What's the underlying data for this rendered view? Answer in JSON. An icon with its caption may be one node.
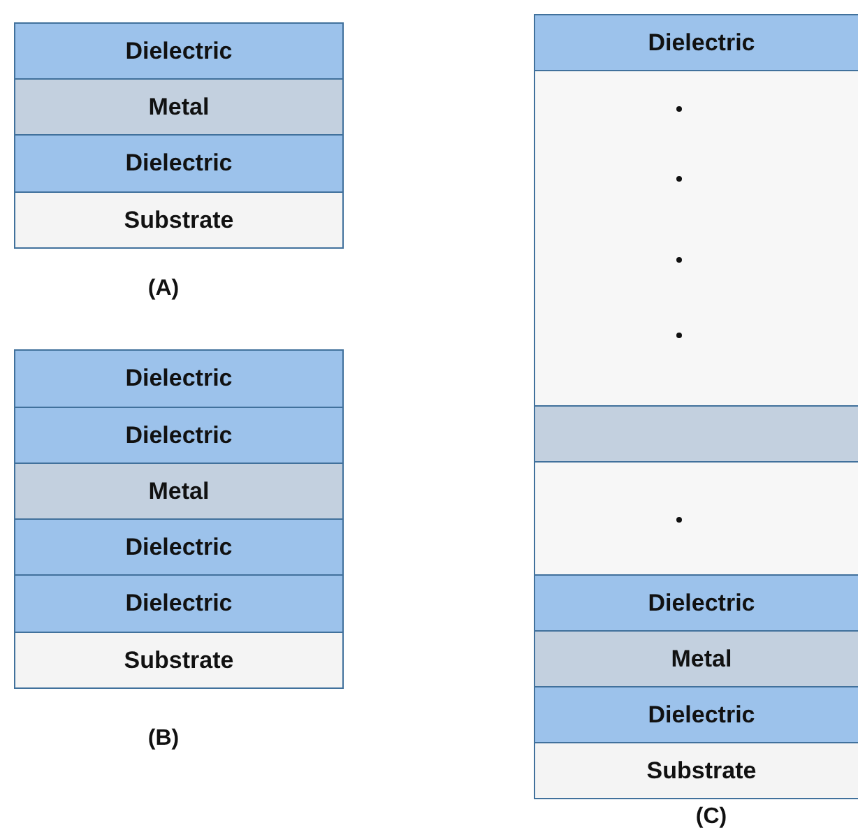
{
  "diagram": {
    "nodes": [
      {
        "text": [
          "Dielectric"
        ]
      },
      {
        "text": [
          "Metal"
        ]
      },
      {
        "text": [
          "Dielectric"
        ]
      },
      {
        "text": [
          "Substrate"
        ]
      },
      {
        "text": [
          "Dielectric"
        ]
      },
      {
        "text": [
          "Dielectric"
        ]
      },
      {
        "text": [
          "Metal"
        ]
      },
      {
        "text": [
          "Dielectric"
        ]
      },
      {
        "text": [
          "Dielectric"
        ]
      },
      {
        "text": [
          "Substrate"
        ]
      },
      {
        "text": [
          "Dielectric"
        ]
      },
      {
        "text": [],
        "shape": "box"
      },
      {
        "text": [],
        "shape": "box"
      },
      {
        "text": [],
        "shape": "box"
      },
      {
        "text": [
          "Dielectric"
        ]
      },
      {
        "text": [
          "Metal"
        ]
      },
      {
        "text": [
          "Dielectric"
        ]
      },
      {
        "text": [
          "Substrate"
        ]
      }
    ],
    "labels": [
      "(A)",
      "(B)",
      "(C)"
    ]
  }
}
